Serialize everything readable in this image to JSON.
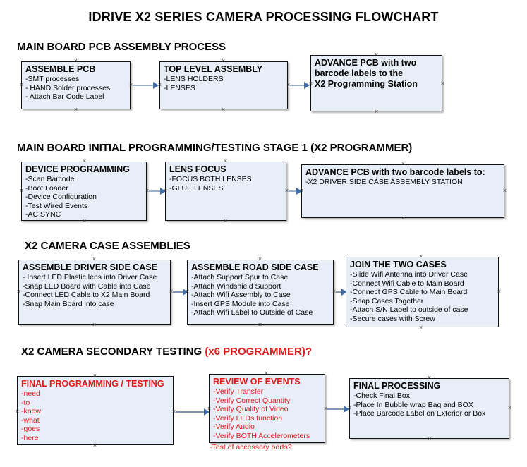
{
  "document": {
    "title": "IDRIVE X2  SERIES CAMERA PROCESSING FLOWCHART"
  },
  "colors": {
    "box_fill": "#e8eef7",
    "box_border": "#111111",
    "connector": "#9bb3cd",
    "arrowhead": "#3f6ea8",
    "red_text": "#e01b1b",
    "background": "#ffffff"
  },
  "sections": [
    {
      "heading": "MAIN BOARD PCB ASSEMBLY PROCESS",
      "heading_red_suffix": "",
      "boxes": [
        {
          "title": "ASSEMBLE PCB",
          "items": [
            "-SMT processes",
            "- HAND Solder processes",
            "- Attach Bar Code Label"
          ]
        },
        {
          "title": "TOP LEVEL ASSEMBLY",
          "items": [
            "-LENS HOLDERS",
            "-LENSES"
          ]
        },
        {
          "title": "ADVANCE PCB with two",
          "items": [
            "barcode labels to the",
            " X2 Programming Station"
          ]
        }
      ]
    },
    {
      "heading": "MAIN BOARD INITIAL PROGRAMMING/TESTING STAGE 1 (X2 PROGRAMMER)",
      "heading_red_suffix": "",
      "boxes": [
        {
          "title": "DEVICE PROGRAMMING",
          "items": [
            "-Scan Barcode",
            "-Boot Loader",
            "-Device Configuration",
            "-Test Wired Events",
            "-AC SYNC"
          ]
        },
        {
          "title": "LENS FOCUS",
          "items": [
            "-FOCUS BOTH LENSES",
            "-GLUE LENSES"
          ]
        },
        {
          "title": "ADVANCE PCB with two barcode labels to:",
          "items": [
            "-X2 DRIVER  SIDE  CASE  ASSEMBLY STATION"
          ]
        }
      ]
    },
    {
      "heading": "X2 CAMERA CASE ASSEMBLIES",
      "heading_red_suffix": "",
      "boxes": [
        {
          "title": "ASSEMBLE DRIVER SIDE CASE",
          "items": [
            "- Insert LED Plastic lens into Driver Case",
            "-Snap LED Board with Cable into Case",
            "-Connect LED Cable to X2 Main Board",
            "-Snap Main Board into case"
          ]
        },
        {
          "title": "ASSEMBLE ROAD SIDE CASE",
          "items": [
            "-Attach Support Spur to Case",
            "-Attach Windshield Support",
            "-Attach Wifi Assembly to Case",
            "-Insert GPS Module into Case",
            "-Attach Wifi Label to Outside of Case"
          ]
        },
        {
          "title": "JOIN THE TWO CASES",
          "items": [
            "-Slide Wifi Antenna into Driver Case",
            "-Connect Wifi Cable to Main Board",
            "-Connect GPS Cable to Main Board",
            "-Snap Cases Together",
            "-Attach S/N Label to outside of case",
            "-Secure cases with Screw"
          ]
        }
      ]
    },
    {
      "heading": "X2 CAMERA SECONDARY TESTING ",
      "heading_red_suffix": "(x6 PROGRAMMER)?",
      "boxes": [
        {
          "title": "FINAL PROGRAMMING / TESTING",
          "items": [
            "-need",
            "-to",
            "-know",
            "-what",
            "-goes",
            "-here"
          ]
        },
        {
          "title": "REVIEW OF EVENTS",
          "items": [
            "-Verify Transfer",
            "-Verify Correct Quantity",
            "-Verify Quality of Video",
            "-Verify LEDs function",
            "-Verify Audio",
            "-Verify BOTH Accelerometers"
          ],
          "overflow_item": "-Test of accessory ports?"
        },
        {
          "title": "FINAL PROCESSING",
          "items": [
            " -Check Final Box",
            "-Place In Bubble wrap Bag and BOX",
            "-Place Barcode Label on Exterior or Box"
          ]
        }
      ]
    }
  ]
}
